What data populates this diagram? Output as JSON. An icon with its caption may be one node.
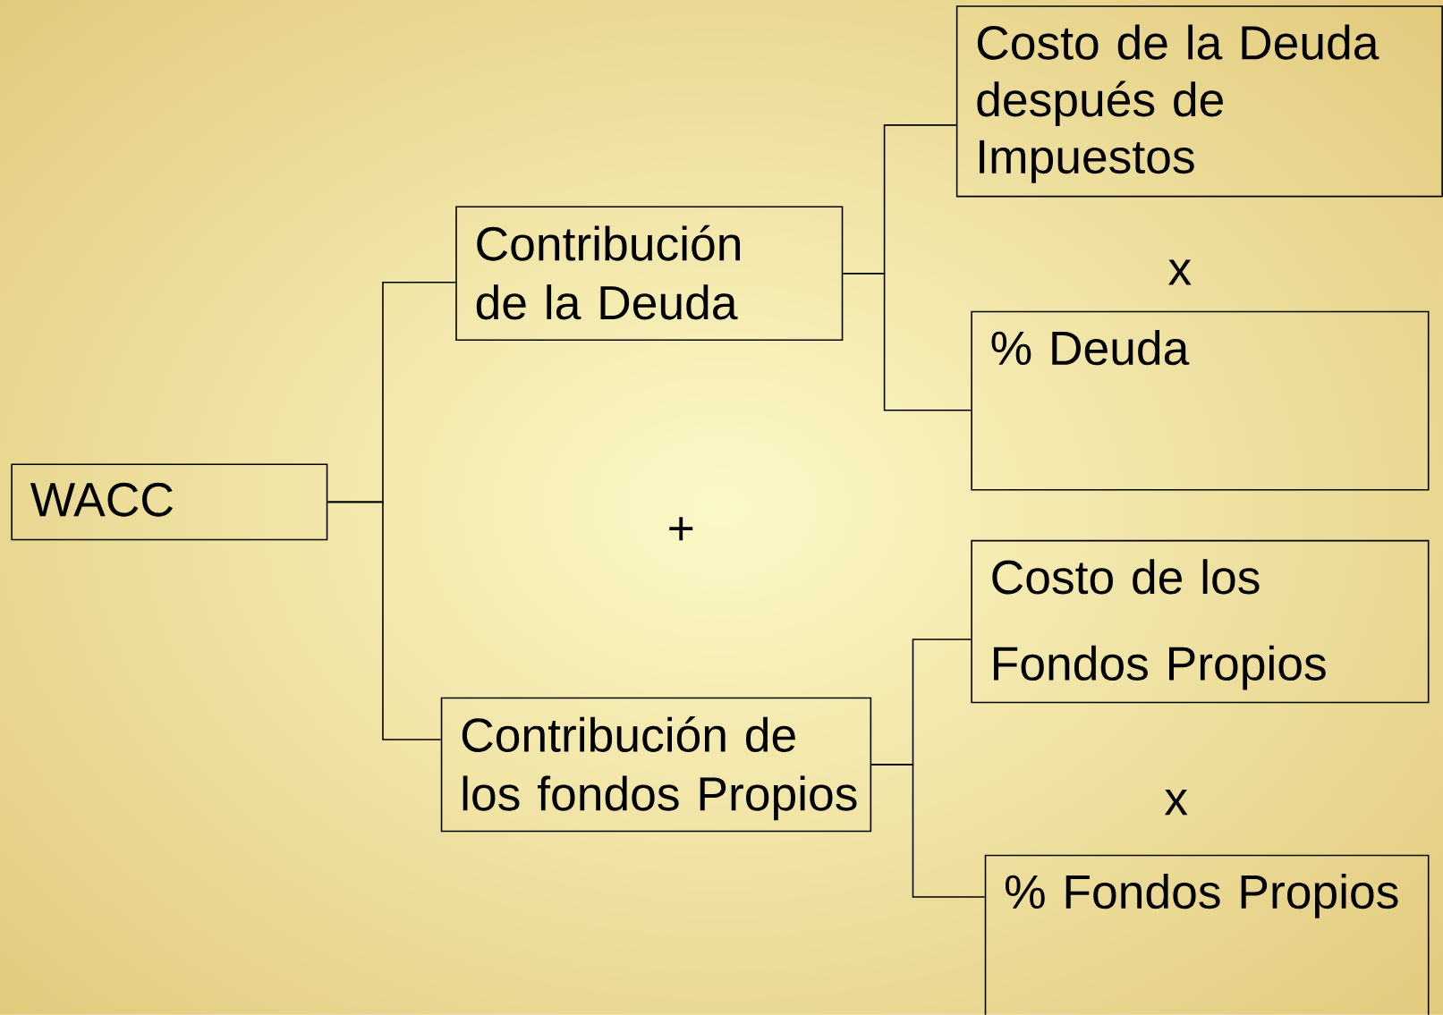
{
  "diagram": {
    "nodes": [
      {
        "text": [
          "WACC"
        ]
      },
      {
        "text": [
          "Contribución de la Deuda"
        ]
      },
      {
        "text": [
          "Contribución de los fondos Propios"
        ]
      },
      {
        "text": [
          "Costo de la Deuda después de Impuestos"
        ]
      },
      {
        "text": [
          "% Deuda"
        ]
      },
      {
        "text": [
          "Costo de los Fondos Propios"
        ]
      },
      {
        "text": [
          "% Fondos Propios"
        ]
      }
    ],
    "edges": [
      {
        "from": 0,
        "to": 1,
        "arrow": "none"
      },
      {
        "from": 0,
        "to": 2,
        "arrow": "none"
      },
      {
        "from": 1,
        "to": 3,
        "arrow": "none"
      },
      {
        "from": 1,
        "to": 4,
        "arrow": "none"
      },
      {
        "from": 2,
        "to": 5,
        "arrow": "none"
      },
      {
        "from": 2,
        "to": 6,
        "arrow": "none"
      }
    ],
    "labels": [
      "x",
      "+",
      "x"
    ]
  }
}
